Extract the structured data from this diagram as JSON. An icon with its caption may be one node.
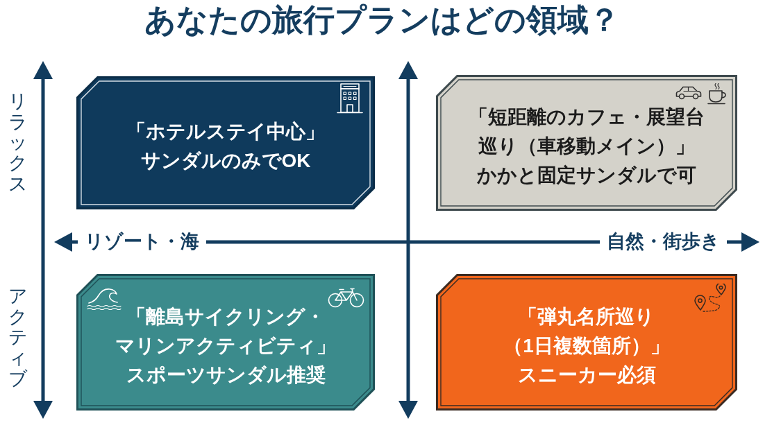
{
  "diagram": {
    "title": "あなたの旅行プランはどの領域？",
    "nodes": [
      {
        "text": [
          "「ホテルステイ中心」",
          "サンダルのみでOK"
        ]
      },
      {
        "text": [
          "「短距離のカフェ・展望台巡り（車移動メイン）」",
          "かかと固定サンダルで可"
        ]
      },
      {
        "text": [
          "「離島サイクリング・マリンアクティビティ」",
          "スポーツサンダル推奨"
        ]
      },
      {
        "text": [
          "「弾丸名所巡り（1日複数箇所）」",
          "スニーカー必須"
        ]
      }
    ],
    "labels": [
      "リラックス",
      "リゾート・海",
      "自然・街歩き",
      "アクティブ"
    ]
  }
}
